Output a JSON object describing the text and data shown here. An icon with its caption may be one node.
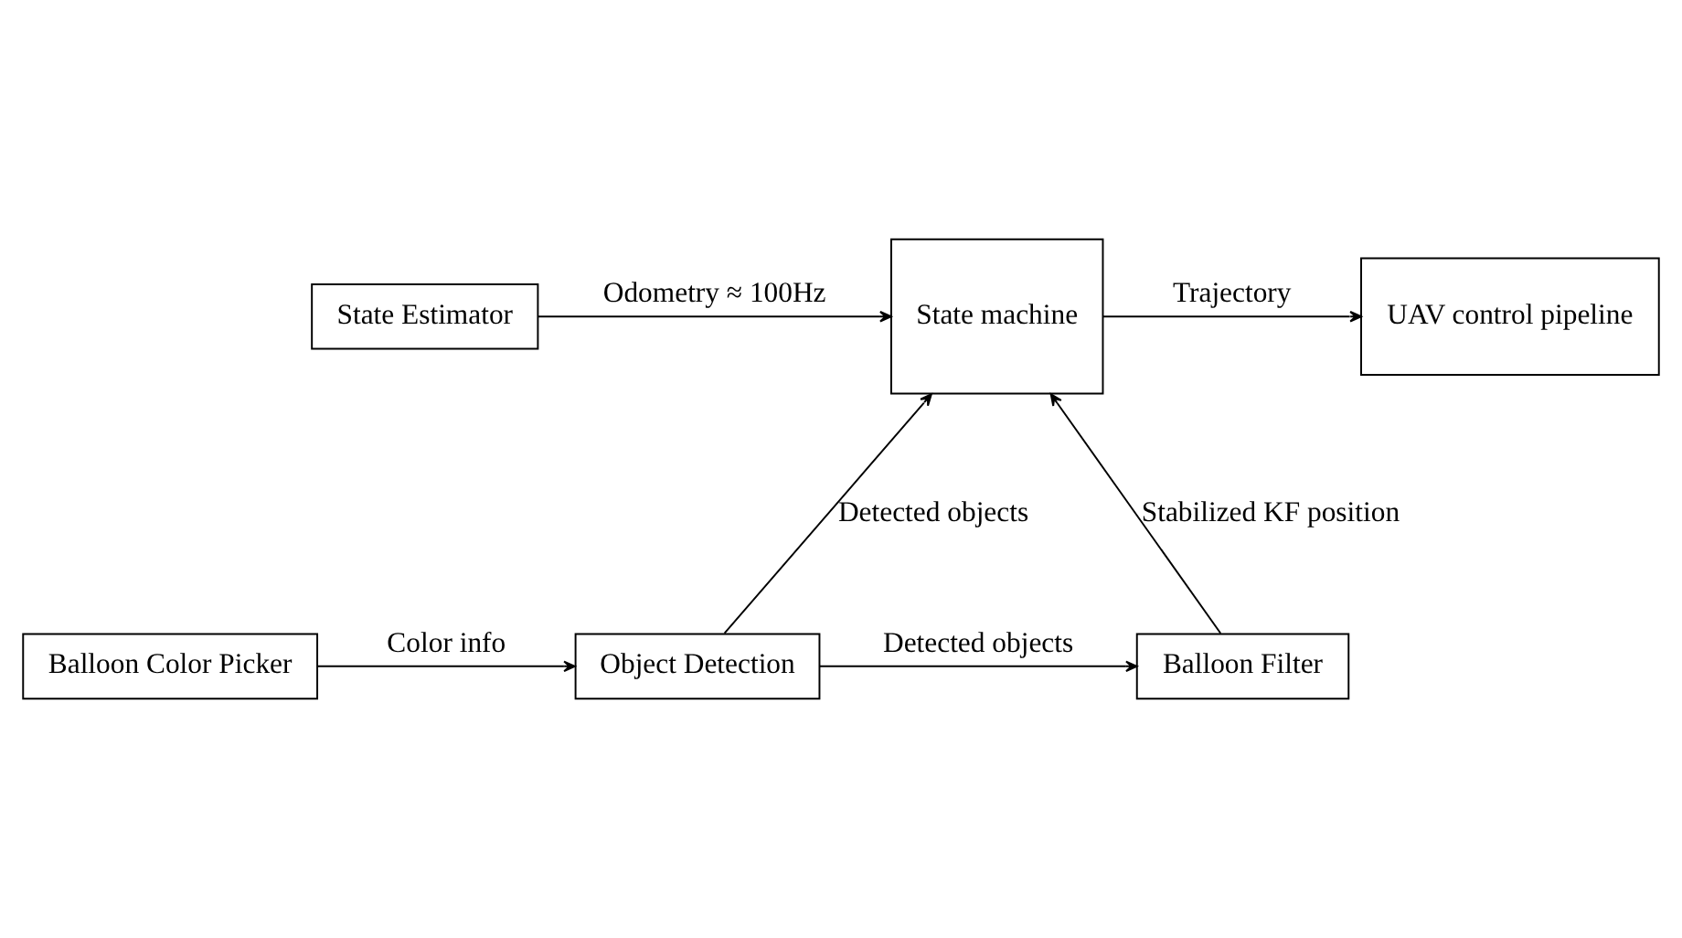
{
  "diagram": {
    "nodes": [
      {
        "text": [
          "State Estimator"
        ]
      },
      {
        "text": [
          "State machine"
        ]
      },
      {
        "text": [
          "UAV control pipeline"
        ]
      },
      {
        "text": [
          "Balloon Color Picker"
        ]
      },
      {
        "text": [
          "Object Detection"
        ]
      },
      {
        "text": [
          "Balloon Filter"
        ]
      }
    ],
    "edges": [
      {
        "from": 0,
        "to": 1,
        "arrow": "to",
        "label": "Odometry ≈ 100Hz"
      },
      {
        "from": 1,
        "to": 2,
        "arrow": "to",
        "label": "Trajectory"
      },
      {
        "from": 4,
        "to": 1,
        "arrow": "to",
        "label": "Detected objects"
      },
      {
        "from": 5,
        "to": 1,
        "arrow": "to",
        "label": "Stabilized KF position"
      },
      {
        "from": 3,
        "to": 4,
        "arrow": "to",
        "label": "Color info"
      },
      {
        "from": 4,
        "to": 5,
        "arrow": "to",
        "label": "Detected objects"
      }
    ]
  }
}
